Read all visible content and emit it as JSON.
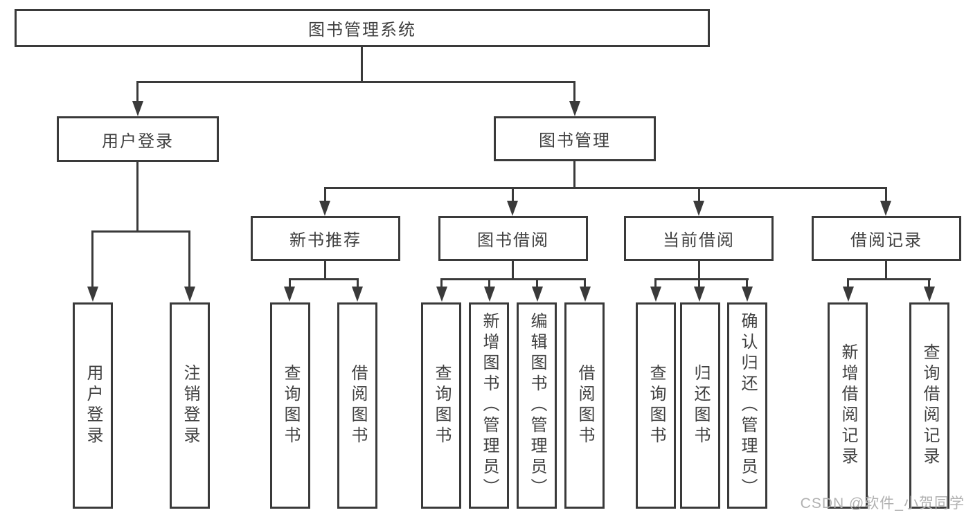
{
  "diagram": {
    "root": {
      "label": "图书管理系统"
    },
    "level2": {
      "user_login": {
        "label": "用户登录"
      },
      "book_mgmt": {
        "label": "图书管理"
      }
    },
    "level3": {
      "new_book_rec": {
        "label": "新书推荐"
      },
      "book_borrow": {
        "label": "图书借阅"
      },
      "current_borrow": {
        "label": "当前借阅"
      },
      "borrow_records": {
        "label": "借阅记录"
      }
    },
    "leaves": {
      "user_login": {
        "label": "用户登录"
      },
      "logout": {
        "label": "注销登录"
      },
      "query_book_rec": {
        "label": "查询图书"
      },
      "borrow_book_rec": {
        "label": "借阅图书"
      },
      "query_book_borrow": {
        "label": "查询图书"
      },
      "add_book_admin": {
        "label": "新增图书（管理员）"
      },
      "edit_book_admin": {
        "label": "编辑图书（管理员）"
      },
      "borrow_book_borrow": {
        "label": "借阅图书"
      },
      "query_book_current": {
        "label": "查询图书"
      },
      "return_book": {
        "label": "归还图书"
      },
      "confirm_return_admin": {
        "label": "确认归还（管理员）"
      },
      "add_borrow_record": {
        "label": "新增借阅记录"
      },
      "query_borrow_record": {
        "label": "查询借阅记录"
      }
    }
  },
  "watermark": {
    "text": "CSDN @软件_小贺同学"
  },
  "colors": {
    "line": "#3a3a3a",
    "text": "#404040",
    "background": "#ffffff",
    "watermark": "#b1b1b1"
  }
}
